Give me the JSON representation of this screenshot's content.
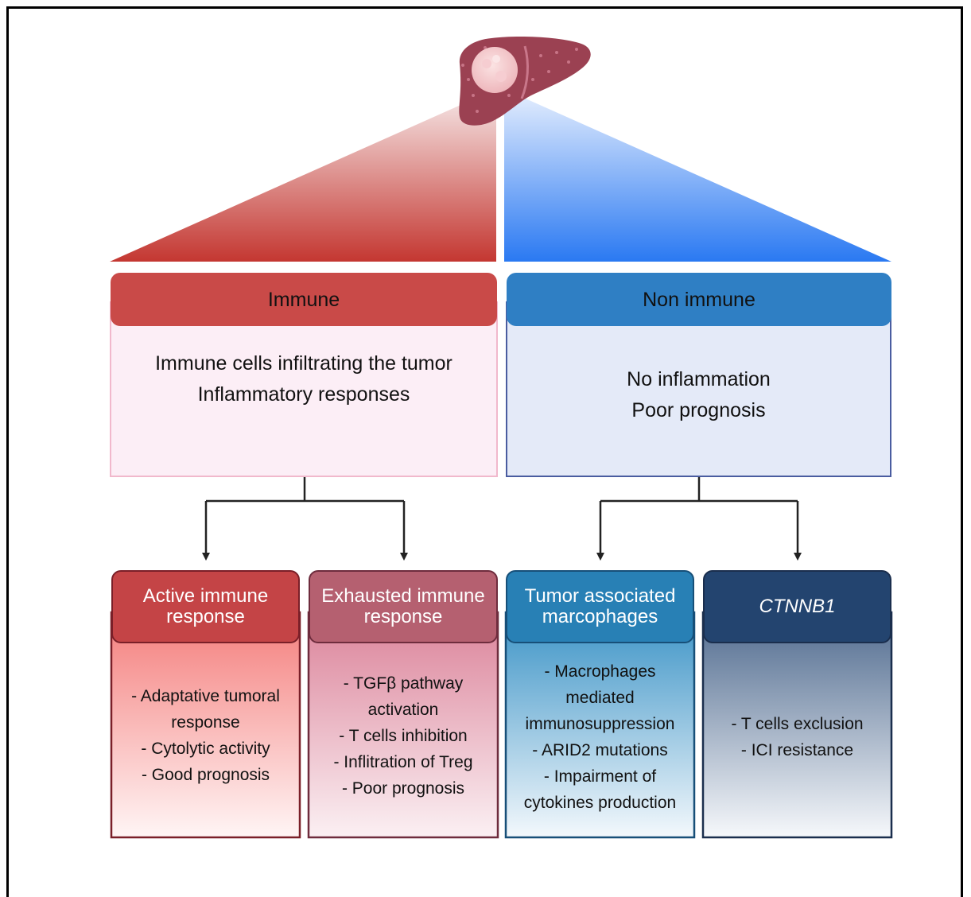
{
  "colors": {
    "immune_header": "#c94a48",
    "immune_body": "#fceef6",
    "non_immune_header": "#2f7fc4",
    "non_immune_body": "#e4eaf8",
    "active_header": "#c44446",
    "exhausted_header": "#b56070",
    "tam_header": "#2880b5",
    "ctnnb1_header": "#23446f",
    "arrow": "#222222"
  },
  "immune": {
    "title": "Immune",
    "lines": [
      "Immune cells infiltrating the tumor",
      "Inflammatory responses"
    ]
  },
  "non_immune": {
    "title": "Non immune",
    "lines": [
      "No inflammation",
      "Poor prognosis"
    ]
  },
  "subtypes": [
    {
      "title_lines": [
        "Active immune",
        "response"
      ],
      "items": [
        "- Adaptative tumoral",
        "response",
        "- Cytolytic activity",
        "- Good prognosis"
      ]
    },
    {
      "title_lines": [
        "Exhausted immune",
        "response"
      ],
      "items": [
        "- TGFβ pathway",
        "activation",
        "- T cells inhibition",
        "- Inflitration of Treg",
        "- Poor prognosis"
      ]
    },
    {
      "title_lines": [
        "Tumor associated",
        "marcophages"
      ],
      "items": [
        "- Macrophages",
        "mediated",
        "immunosuppression",
        "- ARID2 mutations",
        "- Impairment of",
        "cytokines production"
      ]
    },
    {
      "title_lines": [
        "CTNNB1"
      ],
      "items": [
        "- T cells exclusion",
        "- ICI resistance"
      ]
    }
  ],
  "icons": {
    "organ": "liver-tumor-icon"
  }
}
